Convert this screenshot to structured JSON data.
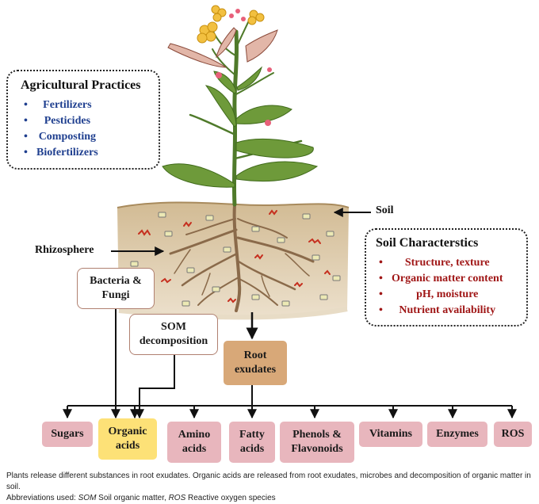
{
  "agri": {
    "title": "Agricultural Practices",
    "items": [
      "Fertilizers",
      "Pesticides",
      "Composting",
      "Biofertilizers"
    ]
  },
  "soil_char": {
    "title": "Soil Characterstics",
    "items": [
      "Structure, texture",
      "Organic matter content",
      "pH, moisture",
      "Nutrient availability"
    ]
  },
  "labels": {
    "soil": "Soil",
    "rhizosphere": "Rhizosphere",
    "bacteria": "Bacteria &",
    "fungi": "Fungi",
    "som_1": "SOM",
    "som_2": "decomposition",
    "root_1": "Root",
    "root_2": "exudates"
  },
  "exudates": [
    {
      "l1": "Sugars",
      "l2": ""
    },
    {
      "l1": "Organic",
      "l2": "acids"
    },
    {
      "l1": "Amino",
      "l2": "acids"
    },
    {
      "l1": "Fatty",
      "l2": "acids"
    },
    {
      "l1": "Phenols &",
      "l2": "Flavonoids"
    },
    {
      "l1": "Vitamins",
      "l2": ""
    },
    {
      "l1": "Enzymes",
      "l2": ""
    },
    {
      "l1": "ROS",
      "l2": ""
    }
  ],
  "caption": {
    "line1": "Plants release different substances in root exudates. Organic acids are released from root exudates, microbes and decomposition of organic matter in soil.",
    "line2_prefix": "Abbreviations used: ",
    "abbr1": "SOM",
    "def1": " Soil organic matter, ",
    "abbr2": "ROS",
    "def2": " Reactive oxygen species"
  },
  "colors": {
    "pink_box": "#e8b6bd",
    "highlight_box": "#fde177",
    "root_exudates_box": "#d8a878",
    "practices_text": "#1f3f8f",
    "soil_text": "#a01717",
    "leaf": "#6e9a3a",
    "soil": "#d9c7a8"
  }
}
